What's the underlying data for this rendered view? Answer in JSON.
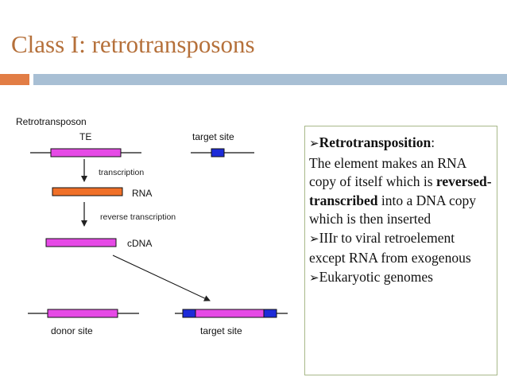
{
  "slide": {
    "title": "Class I: retrotransposons"
  },
  "diagram": {
    "heading": "Retrotransposon",
    "te_label": "TE",
    "target_site_label": "target site",
    "step1": "transcription",
    "rna_label": "RNA",
    "step2": "reverse transcription",
    "cdna_label": "cDNA",
    "donor_label": "donor site",
    "target_site_label_2": "target site",
    "colors": {
      "magenta": "#e64ae6",
      "orange": "#f07028",
      "blue": "#1d2bd8"
    }
  },
  "textbox": {
    "bullet_glyph": "➢",
    "p1_title": "Retrotransposition",
    "p1_colon": ":",
    "p1_text_a": "The element makes an RNA copy of itself which is ",
    "p1_bold": "reversed-transcribed",
    "p1_text_b": " into a DNA copy which is then inserted",
    "p2_text": "IIIr to viral retroelement except RNA from exogenous",
    "p3_text": "Eukaryotic genomes"
  }
}
